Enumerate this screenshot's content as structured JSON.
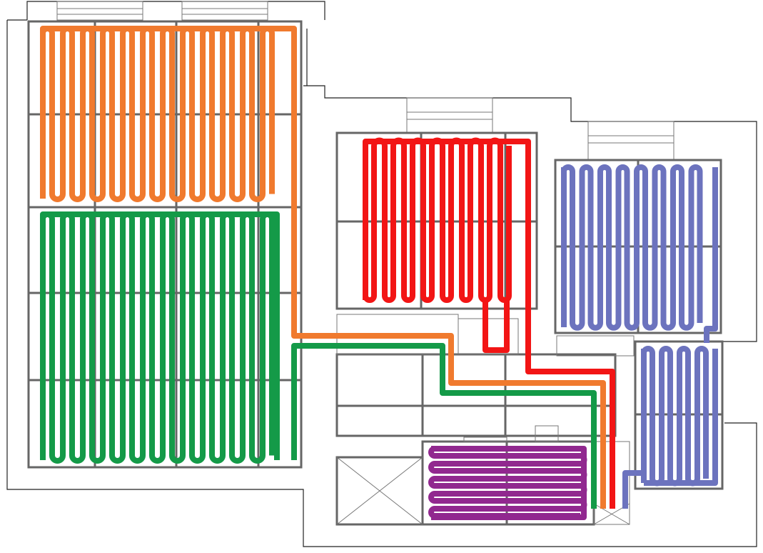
{
  "title": "",
  "circuits": [
    {
      "key": "orange",
      "color": "#F07A2E"
    },
    {
      "key": "green",
      "color": "#149A48"
    },
    {
      "key": "red",
      "color": "#F21515"
    },
    {
      "key": "blue",
      "color": "#6C73BE"
    },
    {
      "key": "purple",
      "color": "#91288F"
    }
  ],
  "colors": {
    "wall": "#222222",
    "panel_grid": "#666666",
    "background": "#ffffff"
  }
}
